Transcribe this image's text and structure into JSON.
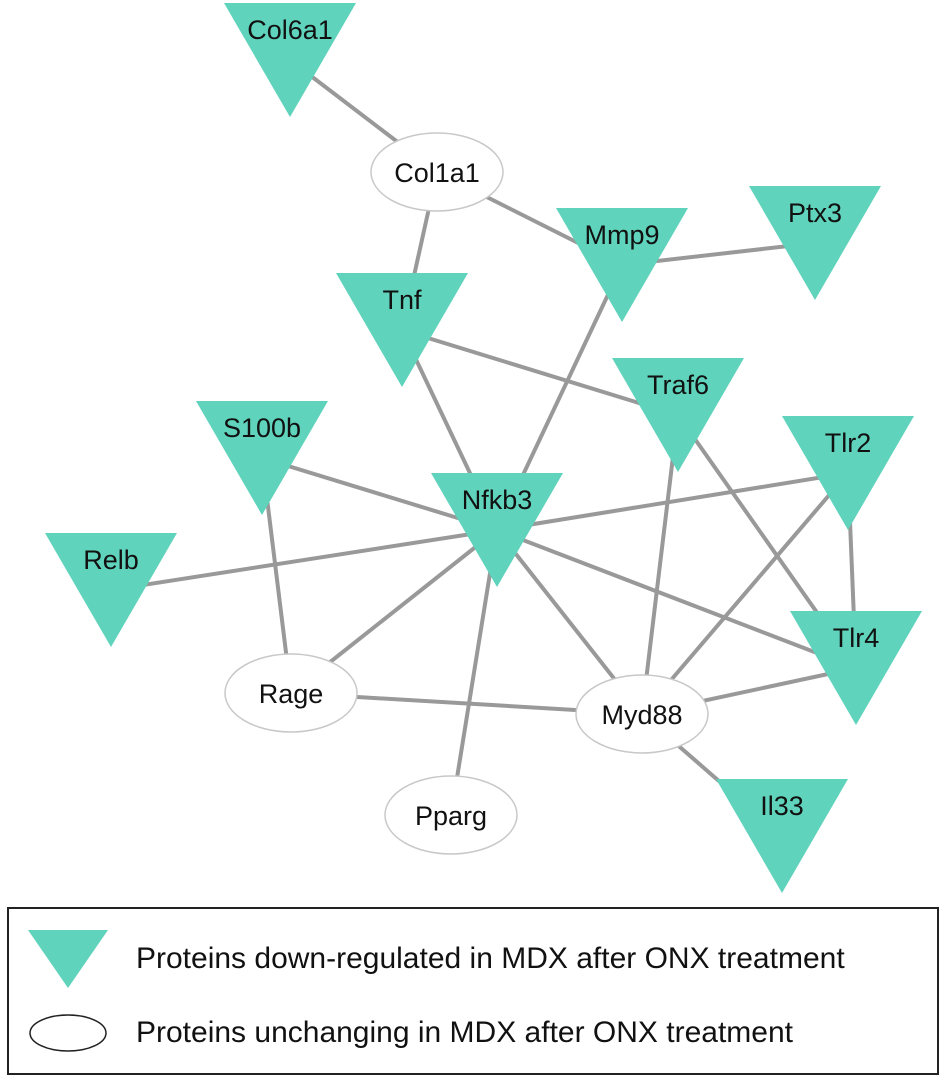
{
  "colors": {
    "down": "#5fd3bb",
    "unchanged": "#ffffff",
    "edge": "#999999"
  },
  "nodes": [
    {
      "id": "Col6a1",
      "label": "Col6a1",
      "kind": "down"
    },
    {
      "id": "Col1a1",
      "label": "Col1a1",
      "kind": "unchanged"
    },
    {
      "id": "Mmp9",
      "label": "Mmp9",
      "kind": "down"
    },
    {
      "id": "Ptx3",
      "label": "Ptx3",
      "kind": "down"
    },
    {
      "id": "Tnf",
      "label": "Tnf",
      "kind": "down"
    },
    {
      "id": "Traf6",
      "label": "Traf6",
      "kind": "down"
    },
    {
      "id": "S100b",
      "label": "S100b",
      "kind": "down"
    },
    {
      "id": "Tlr2",
      "label": "Tlr2",
      "kind": "down"
    },
    {
      "id": "Nfkb3",
      "label": "Nfkb3",
      "kind": "down"
    },
    {
      "id": "Relb",
      "label": "Relb",
      "kind": "down"
    },
    {
      "id": "Tlr4",
      "label": "Tlr4",
      "kind": "down"
    },
    {
      "id": "Rage",
      "label": "Rage",
      "kind": "unchanged"
    },
    {
      "id": "Myd88",
      "label": "Myd88",
      "kind": "unchanged"
    },
    {
      "id": "Pparg",
      "label": "Pparg",
      "kind": "unchanged"
    },
    {
      "id": "Il33",
      "label": "Il33",
      "kind": "down"
    }
  ],
  "edges": [
    [
      "Col6a1",
      "Col1a1"
    ],
    [
      "Col1a1",
      "Tnf"
    ],
    [
      "Col1a1",
      "Mmp9"
    ],
    [
      "Mmp9",
      "Ptx3"
    ],
    [
      "Mmp9",
      "Nfkb3"
    ],
    [
      "Tnf",
      "Nfkb3"
    ],
    [
      "Tnf",
      "Traf6"
    ],
    [
      "S100b",
      "Nfkb3"
    ],
    [
      "S100b",
      "Rage"
    ],
    [
      "Nfkb3",
      "Tlr2"
    ],
    [
      "Nfkb3",
      "Relb"
    ],
    [
      "Nfkb3",
      "Tlr4"
    ],
    [
      "Nfkb3",
      "Rage"
    ],
    [
      "Nfkb3",
      "Myd88"
    ],
    [
      "Nfkb3",
      "Pparg"
    ],
    [
      "Traf6",
      "Myd88"
    ],
    [
      "Traf6",
      "Tlr4"
    ],
    [
      "Tlr2",
      "Tlr4"
    ],
    [
      "Tlr2",
      "Myd88"
    ],
    [
      "Tlr4",
      "Myd88"
    ],
    [
      "Rage",
      "Myd88"
    ],
    [
      "Myd88",
      "Il33"
    ]
  ],
  "legend": {
    "down_label": "Proteins down-regulated in MDX after ONX treatment",
    "unchanged_label": "Proteins unchanging in MDX after ONX treatment"
  }
}
